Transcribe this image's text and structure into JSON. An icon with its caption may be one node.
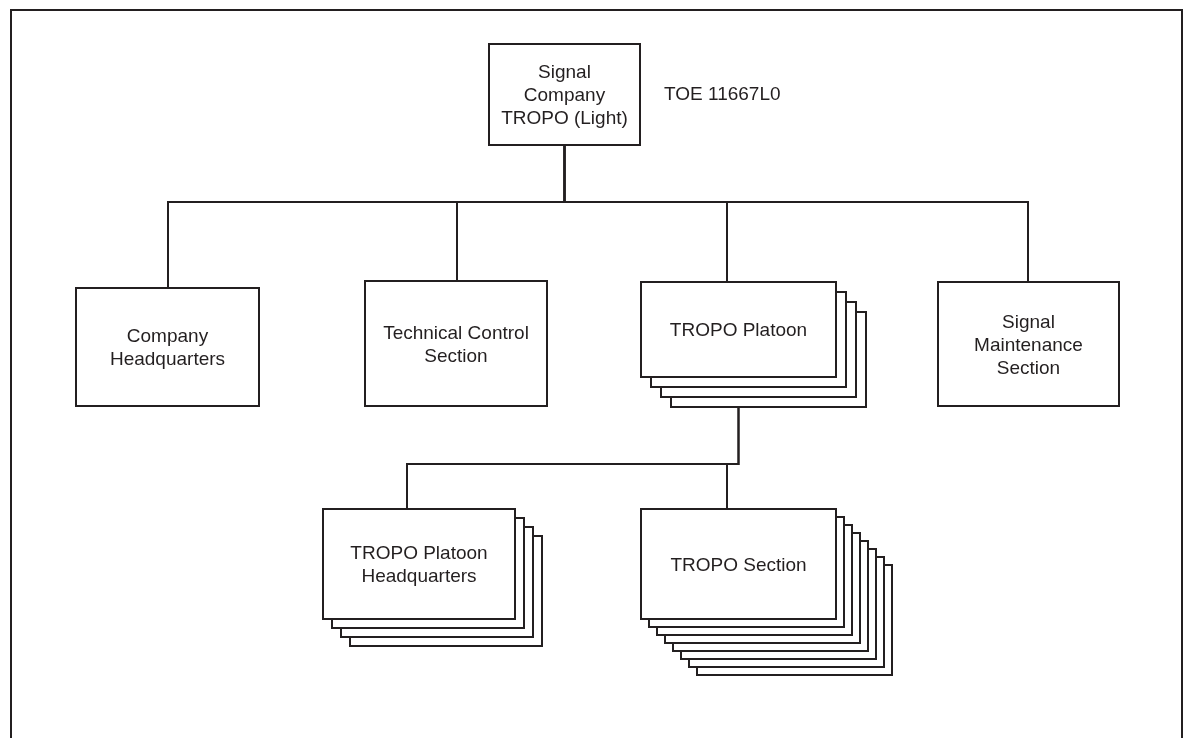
{
  "diagram": {
    "nodes": [
      {
        "text": [
          "Signal Company TROPO (Light)"
        ],
        "beside": [
          "TOE 11667L0"
        ]
      },
      {
        "text": [
          "Company Headquarters"
        ]
      },
      {
        "text": [
          "Technical Control Section"
        ]
      },
      {
        "text": [
          "TROPO Platoon"
        ]
      },
      {
        "text": [
          "Signal Maintenance Section"
        ]
      },
      {
        "text": [
          "TROPO Platoon Headquarters"
        ]
      },
      {
        "text": [
          "TROPO Section"
        ]
      }
    ],
    "edges": [
      {
        "from": 0,
        "to": 1,
        "arrow": "none"
      },
      {
        "from": 0,
        "to": 2,
        "arrow": "none"
      },
      {
        "from": 0,
        "to": 3,
        "arrow": "none"
      },
      {
        "from": 0,
        "to": 4,
        "arrow": "none"
      },
      {
        "from": 3,
        "to": 5,
        "arrow": "none"
      },
      {
        "from": 3,
        "to": 6,
        "arrow": "none"
      }
    ]
  }
}
